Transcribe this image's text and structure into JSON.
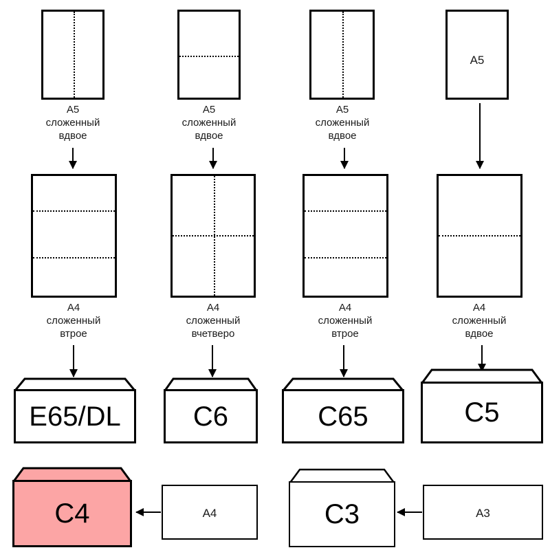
{
  "diagram": {
    "title": "Paper folding to envelope size chart",
    "accent_color": "#FCA5A5",
    "line_color": "#000000",
    "background": "#FFFFFF"
  },
  "columns": [
    {
      "id": "col-1",
      "top_sheet": {
        "size_label": "A5",
        "fold": "vertical-half",
        "inner_label": ""
      },
      "top_caption": "A5\nсложенный\nвдвое",
      "mid_sheet": {
        "size_label": "A4",
        "fold": "horizontal-thirds",
        "inner_label": ""
      },
      "mid_caption": "A4\nсложенный\nвтрое",
      "envelope": {
        "label": "E65/DL",
        "highlighted": false
      }
    },
    {
      "id": "col-2",
      "top_sheet": {
        "size_label": "A5",
        "fold": "horizontal-half",
        "inner_label": ""
      },
      "top_caption": "A5\nсложенный\nвдвое",
      "mid_sheet": {
        "size_label": "A4",
        "fold": "cross-quarters",
        "inner_label": ""
      },
      "mid_caption": "A4\nсложенный\nвчетверо",
      "envelope": {
        "label": "C6",
        "highlighted": false
      }
    },
    {
      "id": "col-3",
      "top_sheet": {
        "size_label": "A5",
        "fold": "vertical-half",
        "inner_label": ""
      },
      "top_caption": "A5\nсложенный\nвдвое",
      "mid_sheet": {
        "size_label": "A4",
        "fold": "horizontal-thirds",
        "inner_label": ""
      },
      "mid_caption": "A4\nсложенный\nвтрое",
      "envelope": {
        "label": "C65",
        "highlighted": false
      }
    },
    {
      "id": "col-4",
      "top_sheet": {
        "size_label": "A5",
        "fold": "none",
        "inner_label": "A5"
      },
      "top_caption": "",
      "mid_sheet": {
        "size_label": "A4",
        "fold": "horizontal-half",
        "inner_label": ""
      },
      "mid_caption": "A4\nсложенный\nвдвое",
      "envelope": {
        "label": "C5",
        "highlighted": false
      }
    }
  ],
  "bottom_row": [
    {
      "id": "row-c4",
      "envelope": {
        "label": "C4",
        "highlighted": true
      },
      "source_sheet": {
        "inner_label": "A4"
      }
    },
    {
      "id": "row-c3",
      "envelope": {
        "label": "C3",
        "highlighted": false
      },
      "source_sheet": {
        "inner_label": "A3"
      }
    }
  ]
}
